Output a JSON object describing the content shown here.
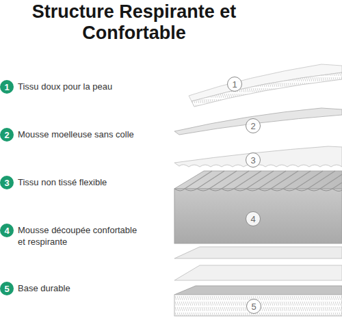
{
  "diagram": {
    "title": "Structure Respirante et Confortable",
    "nodes": [
      {
        "text": [
          "1",
          "Tissu doux pour la peau"
        ]
      },
      {
        "text": [
          "2",
          "Mousse moelleuse sans colle"
        ]
      },
      {
        "text": [
          "3",
          "Tissu non tissé flexible"
        ]
      },
      {
        "text": [
          "4",
          "Mousse découpée confortable et respirante"
        ]
      },
      {
        "text": [
          "5",
          "Base durable"
        ]
      },
      {
        "text": [
          "1"
        ]
      },
      {
        "text": [
          "2"
        ]
      },
      {
        "text": [
          "3"
        ]
      },
      {
        "text": [
          "4"
        ]
      },
      {
        "text": [
          "5"
        ]
      }
    ]
  }
}
